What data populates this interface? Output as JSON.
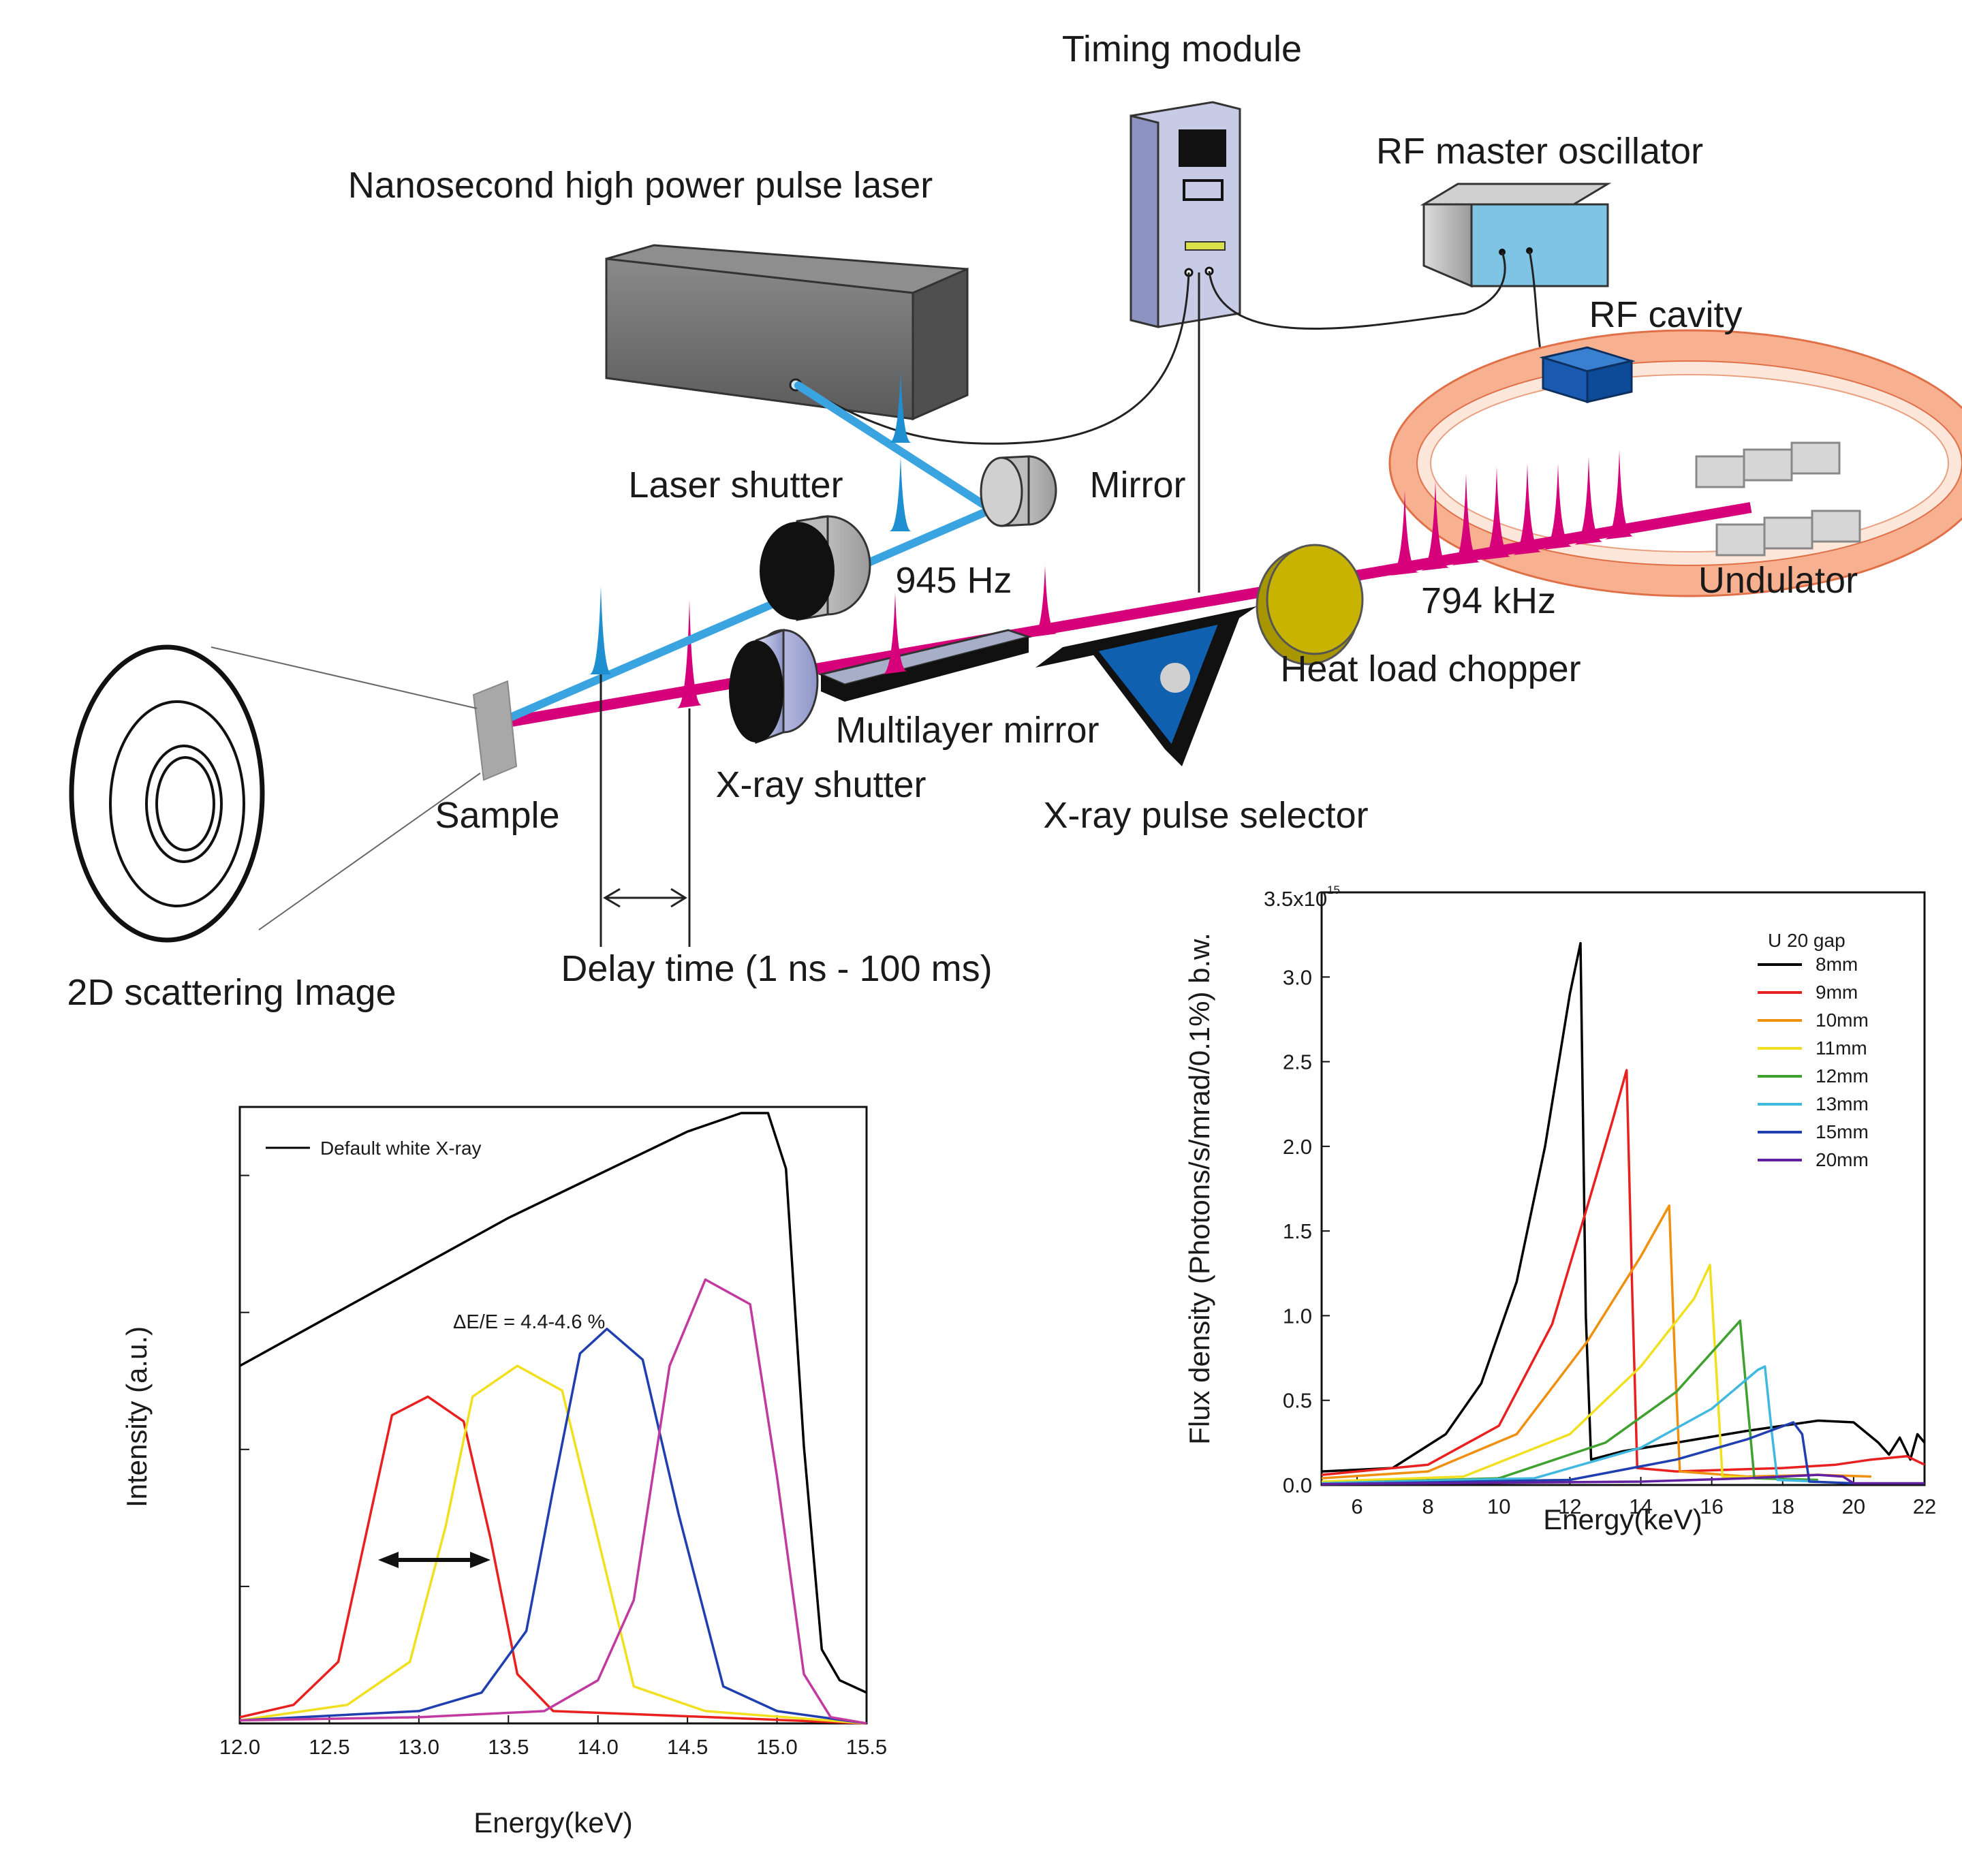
{
  "diagram": {
    "labels": {
      "timing_module": "Timing module",
      "rf_master_oscillator": "RF master oscillator",
      "laser": "Nanosecond high power pulse laser",
      "rf_cavity": "RF cavity",
      "laser_shutter": "Laser shutter",
      "mirror": "Mirror",
      "freq_945": "945 Hz",
      "freq_794": "794 kHz",
      "undulator": "Undulator",
      "heat_load_chopper": "Heat load chopper",
      "multilayer_mirror": "Multilayer mirror",
      "xray_shutter": "X-ray shutter",
      "sample": "Sample",
      "xray_pulse_selector": "X-ray pulse selector",
      "delay_time": "Delay time  (1 ns - 100 ms)",
      "scattering_image": "2D scattering Image"
    },
    "colors": {
      "laser_beam": "#3aa4e0",
      "xray_beam": "#d6007a",
      "storage_ring": "#f0a080",
      "chopper": "#c8b400",
      "pulse_selector": "#1060b0"
    }
  },
  "chart_data": [
    {
      "type": "line",
      "xlabel": "Energy(keV)",
      "ylabel": "Intensity (a.u.)",
      "xlim": [
        12.0,
        15.5
      ],
      "ylim": [
        0,
        1
      ],
      "x_ticks": [
        "12.0",
        "12.5",
        "13.0",
        "13.5",
        "14.0",
        "14.5",
        "15.0",
        "15.5"
      ],
      "annotation": "ΔE/E = 4.4-4.6 %",
      "legend": [
        "Default white X-ray"
      ],
      "series": [
        {
          "name": "Default white X-ray",
          "color": "#000000",
          "points": [
            [
              12.0,
              0.58
            ],
            [
              12.5,
              0.66
            ],
            [
              13.0,
              0.74
            ],
            [
              13.5,
              0.82
            ],
            [
              14.0,
              0.89
            ],
            [
              14.5,
              0.96
            ],
            [
              14.8,
              0.99
            ],
            [
              14.95,
              0.99
            ],
            [
              15.05,
              0.9
            ],
            [
              15.15,
              0.45
            ],
            [
              15.25,
              0.12
            ],
            [
              15.35,
              0.07
            ],
            [
              15.5,
              0.05
            ]
          ]
        },
        {
          "series_color_label": "red",
          "color": "#e82020",
          "points": [
            [
              12.0,
              0.01
            ],
            [
              12.3,
              0.03
            ],
            [
              12.55,
              0.1
            ],
            [
              12.7,
              0.3
            ],
            [
              12.85,
              0.5
            ],
            [
              13.05,
              0.53
            ],
            [
              13.25,
              0.49
            ],
            [
              13.4,
              0.3
            ],
            [
              13.55,
              0.08
            ],
            [
              13.75,
              0.02
            ],
            [
              14.2,
              0.015
            ],
            [
              15.5,
              0.0
            ]
          ]
        },
        {
          "series_color_label": "yellow",
          "color": "#f0e020",
          "points": [
            [
              12.0,
              0.005
            ],
            [
              12.6,
              0.03
            ],
            [
              12.95,
              0.1
            ],
            [
              13.15,
              0.32
            ],
            [
              13.3,
              0.53
            ],
            [
              13.55,
              0.58
            ],
            [
              13.8,
              0.54
            ],
            [
              13.95,
              0.36
            ],
            [
              14.2,
              0.06
            ],
            [
              14.6,
              0.02
            ],
            [
              15.5,
              0.0
            ]
          ]
        },
        {
          "series_color_label": "blue",
          "color": "#1f3fb0",
          "points": [
            [
              12.0,
              0.005
            ],
            [
              13.0,
              0.02
            ],
            [
              13.35,
              0.05
            ],
            [
              13.6,
              0.15
            ],
            [
              13.75,
              0.38
            ],
            [
              13.9,
              0.6
            ],
            [
              14.05,
              0.64
            ],
            [
              14.25,
              0.59
            ],
            [
              14.45,
              0.34
            ],
            [
              14.7,
              0.06
            ],
            [
              15.0,
              0.02
            ],
            [
              15.5,
              0.0
            ]
          ]
        },
        {
          "series_color_label": "magenta",
          "color": "#c03aa0",
          "points": [
            [
              12.0,
              0.005
            ],
            [
              13.0,
              0.01
            ],
            [
              13.7,
              0.02
            ],
            [
              14.0,
              0.07
            ],
            [
              14.2,
              0.2
            ],
            [
              14.4,
              0.58
            ],
            [
              14.6,
              0.72
            ],
            [
              14.85,
              0.68
            ],
            [
              15.0,
              0.4
            ],
            [
              15.15,
              0.08
            ],
            [
              15.3,
              0.01
            ],
            [
              15.5,
              0.0
            ]
          ]
        }
      ]
    },
    {
      "type": "line",
      "xlabel": "Energy(keV)",
      "ylabel": "Flux density (Photons/s/mrad/0.1%) b.w.",
      "xlim": [
        5,
        22
      ],
      "ylim": [
        0,
        3.5
      ],
      "x_ticks": [
        "6",
        "8",
        "10",
        "12",
        "14",
        "16",
        "18",
        "20",
        "22"
      ],
      "y_ticks": [
        "0.0",
        "0.5",
        "1.0",
        "1.5",
        "2.0",
        "2.5",
        "3.0"
      ],
      "y_max_label": "3.5x10",
      "y_max_exponent": "15",
      "legend_title": "U 20 gap",
      "series": [
        {
          "name": "8mm",
          "color": "#000000",
          "points": [
            [
              5,
              0.08
            ],
            [
              7,
              0.1
            ],
            [
              8.5,
              0.3
            ],
            [
              9.5,
              0.6
            ],
            [
              10.5,
              1.2
            ],
            [
              11.3,
              2.0
            ],
            [
              12.0,
              2.9
            ],
            [
              12.3,
              3.2
            ],
            [
              12.45,
              1.0
            ],
            [
              12.6,
              0.15
            ],
            [
              13.5,
              0.2
            ],
            [
              15,
              0.25
            ],
            [
              17,
              0.32
            ],
            [
              19,
              0.38
            ],
            [
              20,
              0.37
            ],
            [
              20.7,
              0.25
            ],
            [
              21.0,
              0.18
            ],
            [
              21.3,
              0.28
            ],
            [
              21.6,
              0.15
            ],
            [
              21.8,
              0.3
            ],
            [
              22,
              0.25
            ]
          ]
        },
        {
          "name": "9mm",
          "color": "#e82020",
          "points": [
            [
              5,
              0.06
            ],
            [
              8,
              0.12
            ],
            [
              10,
              0.35
            ],
            [
              11.5,
              0.95
            ],
            [
              12.5,
              1.65
            ],
            [
              13.2,
              2.15
            ],
            [
              13.6,
              2.45
            ],
            [
              13.75,
              1.2
            ],
            [
              13.9,
              0.1
            ],
            [
              15,
              0.08
            ],
            [
              18,
              0.1
            ],
            [
              19.5,
              0.12
            ],
            [
              20.5,
              0.15
            ],
            [
              21.5,
              0.17
            ],
            [
              22,
              0.12
            ]
          ]
        },
        {
          "name": "10mm",
          "color": "#f09010",
          "points": [
            [
              5,
              0.04
            ],
            [
              8,
              0.08
            ],
            [
              10.5,
              0.3
            ],
            [
              12.5,
              0.85
            ],
            [
              14,
              1.35
            ],
            [
              14.8,
              1.65
            ],
            [
              14.95,
              0.8
            ],
            [
              15.1,
              0.08
            ],
            [
              17,
              0.05
            ],
            [
              19,
              0.06
            ],
            [
              20.5,
              0.05
            ]
          ]
        },
        {
          "name": "11mm",
          "color": "#f0e020",
          "points": [
            [
              5,
              0.02
            ],
            [
              9,
              0.05
            ],
            [
              12,
              0.3
            ],
            [
              14,
              0.7
            ],
            [
              15.5,
              1.1
            ],
            [
              15.95,
              1.3
            ],
            [
              16.15,
              0.6
            ],
            [
              16.3,
              0.05
            ],
            [
              18,
              0.04
            ]
          ]
        },
        {
          "name": "12mm",
          "color": "#40a030",
          "points": [
            [
              5,
              0.01
            ],
            [
              10,
              0.04
            ],
            [
              13,
              0.25
            ],
            [
              15,
              0.55
            ],
            [
              16.5,
              0.9
            ],
            [
              16.8,
              0.97
            ],
            [
              17.0,
              0.5
            ],
            [
              17.2,
              0.04
            ],
            [
              19,
              0.03
            ]
          ]
        },
        {
          "name": "13mm",
          "color": "#40b8e0",
          "points": [
            [
              5,
              0.01
            ],
            [
              11,
              0.04
            ],
            [
              14,
              0.22
            ],
            [
              16,
              0.45
            ],
            [
              17.3,
              0.68
            ],
            [
              17.5,
              0.7
            ],
            [
              17.7,
              0.3
            ],
            [
              17.85,
              0.03
            ],
            [
              19,
              0.02
            ]
          ]
        },
        {
          "name": "15mm",
          "color": "#1f3fb0",
          "points": [
            [
              5,
              0.005
            ],
            [
              12,
              0.03
            ],
            [
              15,
              0.15
            ],
            [
              17,
              0.27
            ],
            [
              18.3,
              0.37
            ],
            [
              18.55,
              0.3
            ],
            [
              18.75,
              0.02
            ],
            [
              20,
              0.01
            ]
          ]
        },
        {
          "name": "20mm",
          "color": "#6020a0",
          "points": [
            [
              5,
              0.005
            ],
            [
              14,
              0.02
            ],
            [
              17,
              0.04
            ],
            [
              19,
              0.06
            ],
            [
              19.7,
              0.05
            ],
            [
              20,
              0.01
            ],
            [
              22,
              0.01
            ]
          ]
        }
      ]
    }
  ]
}
